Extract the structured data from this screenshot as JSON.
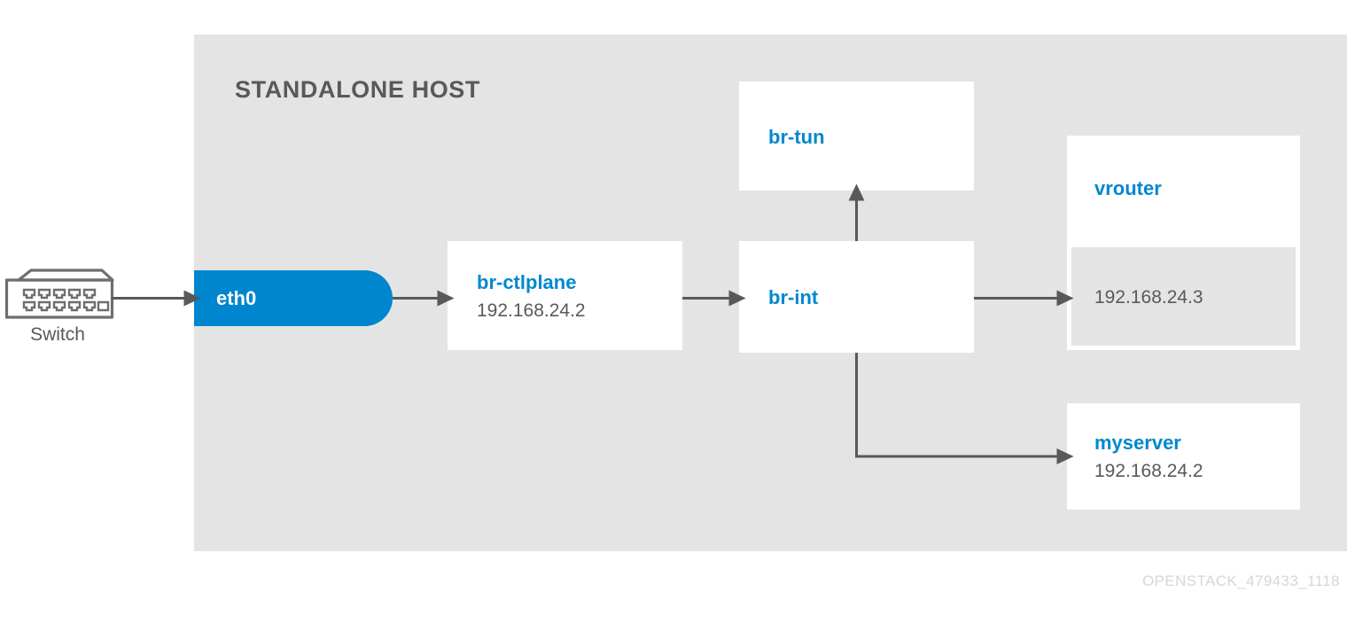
{
  "diagram": {
    "title": "STANDALONE HOST",
    "watermark": "OPENSTACK_479433_1118",
    "colors": {
      "panel_background": "#e4e4e4",
      "page_background": "#ffffff",
      "node_background": "#ffffff",
      "accent_blue": "#0088ce",
      "pill_blue": "#0085cf",
      "text_gray": "#58595b",
      "connector_gray": "#58595b",
      "watermark_gray": "#d6d6d6"
    }
  },
  "external": {
    "switch": {
      "label": "Switch",
      "icon": "network-switch-icon",
      "port_rows": 2,
      "ports_per_row": 5
    }
  },
  "interface": {
    "eth0": {
      "label": "eth0"
    }
  },
  "nodes": {
    "br_ctlplane": {
      "title": "br-ctlplane",
      "ip": "192.168.24.2"
    },
    "br_int": {
      "title": "br-int"
    },
    "br_tun": {
      "title": "br-tun"
    },
    "vrouter": {
      "title": "vrouter",
      "ip": "192.168.24.3"
    },
    "myserver": {
      "title": "myserver",
      "ip": "192.168.24.2"
    }
  },
  "connections": [
    {
      "from": "switch",
      "to": "eth0",
      "style": "straight-arrow",
      "direction": "right"
    },
    {
      "from": "eth0",
      "to": "br-ctlplane",
      "style": "straight-arrow",
      "direction": "right"
    },
    {
      "from": "br-ctlplane",
      "to": "br-int",
      "style": "straight-arrow",
      "direction": "right"
    },
    {
      "from": "br-int",
      "to": "br-tun",
      "style": "straight-arrow",
      "direction": "up"
    },
    {
      "from": "br-int",
      "to": "vrouter",
      "style": "straight-arrow",
      "direction": "right"
    },
    {
      "from": "br-int",
      "to": "myserver",
      "style": "elbow-arrow",
      "direction": "down-right"
    }
  ]
}
